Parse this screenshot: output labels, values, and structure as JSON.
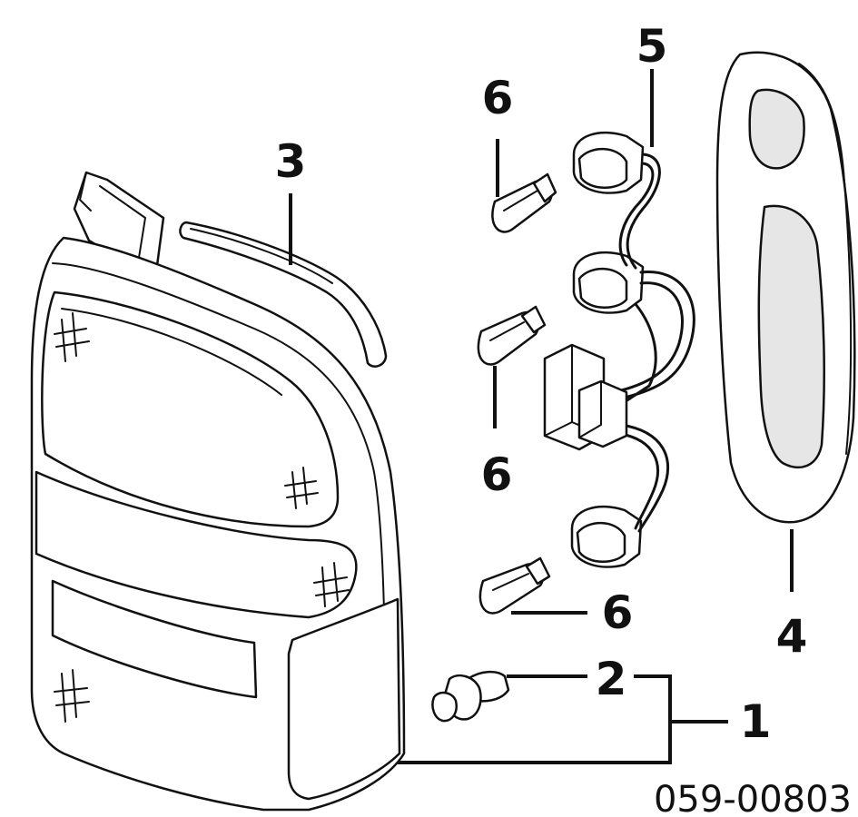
{
  "callouts": {
    "c1": "1",
    "c2": "2",
    "c3": "3",
    "c4": "4",
    "c5": "5",
    "c6a": "6",
    "c6b": "6",
    "c6c": "6"
  },
  "diagram_code": "059-00803"
}
